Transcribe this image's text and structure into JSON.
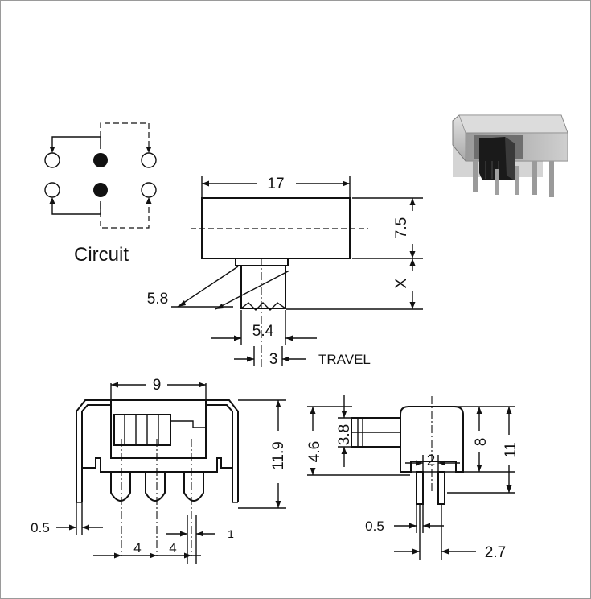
{
  "circuit": {
    "caption": "Circuit"
  },
  "top_view": {
    "width": "17",
    "height": "7.5",
    "x_dim": "X",
    "actuator": "5.8",
    "lever": "5.4",
    "travel_value": "3",
    "travel_label": "TRAVEL"
  },
  "front_view": {
    "width": "9",
    "height": "11.9",
    "pin_thickness": "0.5",
    "pitch_1": "4",
    "pitch_2": "4",
    "pin_width": "1"
  },
  "side_view": {
    "total_height": "4.6",
    "knob": "3.8",
    "body_height": "8",
    "overall_height": "11",
    "pin_gap": "2",
    "pin_thickness": "0.5",
    "offset": "2.7"
  },
  "product_photo": {
    "body_color": "#c8c8c8",
    "knob_color": "#1a1a1a"
  }
}
